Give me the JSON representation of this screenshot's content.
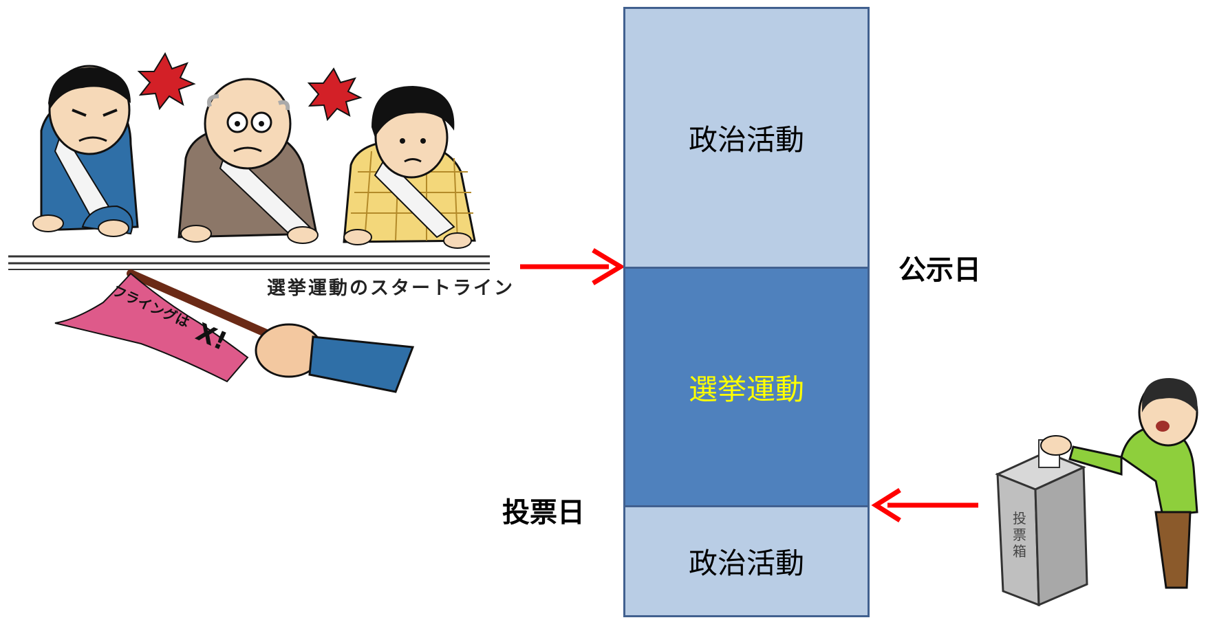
{
  "diagram": {
    "segments": [
      {
        "label": "政治活動",
        "color": "#b9cde5"
      },
      {
        "label": "選挙運動",
        "color": "#4f81bd",
        "text_color": "#ffff00"
      },
      {
        "label": "政治活動",
        "color": "#b9cde5"
      }
    ],
    "start_label": "公示日",
    "end_label": "投票日",
    "arrow_color": "#ff0000"
  },
  "illustration_left": {
    "caption": "選挙運動のスタートライン",
    "flag_text": "フライングは",
    "flag_mark": "X!"
  },
  "illustration_right": {
    "box_text": "投票箱"
  }
}
